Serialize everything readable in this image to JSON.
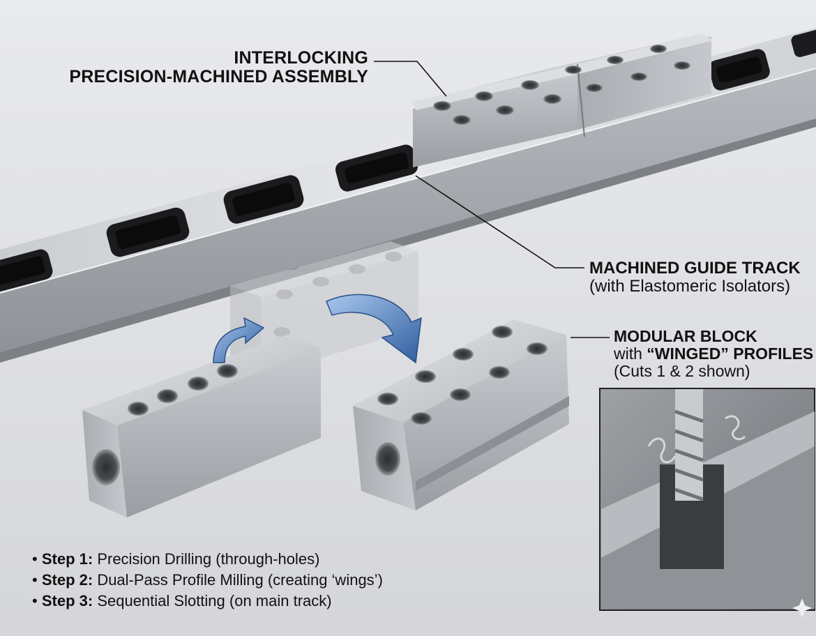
{
  "labels": {
    "assembly_line1": "INTERLOCKING",
    "assembly_line2": "PRECISION-MACHINED ASSEMBLY",
    "track_title": "MACHINED GUIDE TRACK",
    "track_sub": "(with Elastomeric Isolators)",
    "block_title": "MODULAR BLOCK",
    "block_with": "with ",
    "block_quote": "“WINGED” PROFILES",
    "block_sub": "(Cuts 1 & 2 shown)"
  },
  "steps": [
    {
      "name": "Step 1:",
      "text": "Precision Drilling (through-holes)"
    },
    {
      "name": "Step 2:",
      "text": "Dual-Pass Profile Milling (creating ‘wings’)"
    },
    {
      "name": "Step 3:",
      "text": "Sequential Slotting (on main track)"
    }
  ],
  "colors": {
    "background": "#dedfe3",
    "metal_light": "#d8dadd",
    "metal_mid": "#b9bcc0",
    "metal_dark": "#8e9297",
    "isolator": "#1b1b1d",
    "arrow": "#3f6fb0"
  },
  "icons": [
    "sparkle-icon"
  ]
}
